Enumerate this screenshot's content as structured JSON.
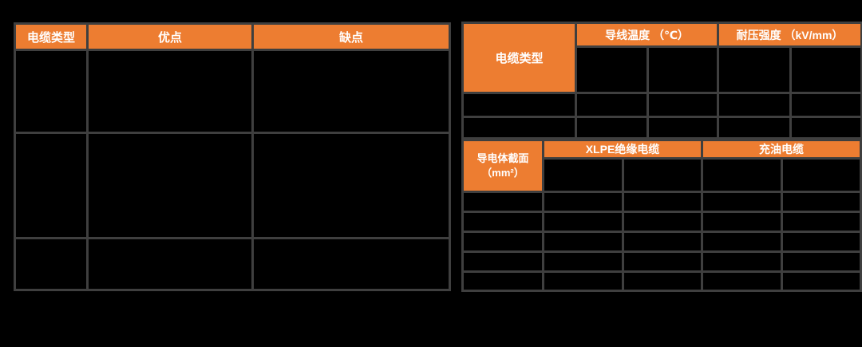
{
  "colors": {
    "background": "#000000",
    "header_bg": "#ED7D31",
    "header_text": "#FFFFFF",
    "grid_border": "#3F3F3F",
    "cell_bg": "#000000"
  },
  "left_table": {
    "headers": [
      "电缆类型",
      "优点",
      "缺点"
    ],
    "rows": [
      [
        "",
        "",
        ""
      ],
      [
        "",
        "",
        ""
      ],
      [
        "",
        "",
        ""
      ]
    ]
  },
  "top_right_table": {
    "corner_header": "电缆类型",
    "group_headers": [
      "导线温度 （℃）",
      "耐压强度 （kV/mm）"
    ],
    "sub_headers": [
      "",
      "",
      "",
      ""
    ],
    "rows": [
      [
        "",
        "",
        "",
        "",
        ""
      ],
      [
        "",
        "",
        "",
        "",
        ""
      ]
    ]
  },
  "bottom_right_table": {
    "corner_header_line1": "导电体截面",
    "corner_header_line2": "（mm²）",
    "group_headers": [
      "XLPE绝缘电缆",
      "充油电缆"
    ],
    "sub_headers": [
      "",
      "",
      "",
      ""
    ],
    "rows": [
      [
        "",
        "",
        "",
        "",
        ""
      ],
      [
        "",
        "",
        "",
        "",
        ""
      ],
      [
        "",
        "",
        "",
        "",
        ""
      ],
      [
        "",
        "",
        "",
        "",
        ""
      ],
      [
        "",
        "",
        "",
        "",
        ""
      ]
    ]
  }
}
